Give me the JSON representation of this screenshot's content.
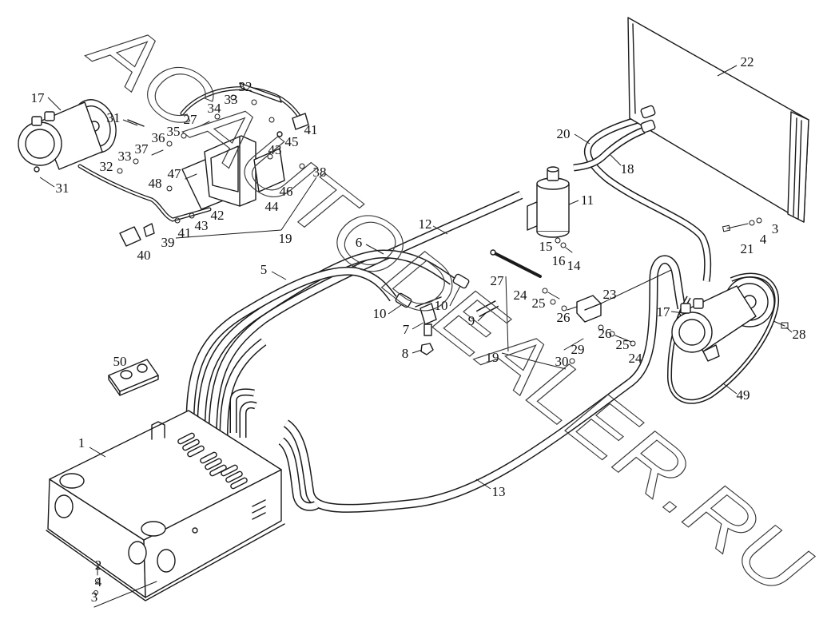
{
  "watermark": "ACAUTODEALER.RU",
  "callouts": [
    "17",
    "31",
    "31",
    "32",
    "33",
    "34",
    "27",
    "35",
    "36",
    "37",
    "33",
    "32",
    "47",
    "48",
    "41",
    "45",
    "43",
    "38",
    "46",
    "44",
    "42",
    "43",
    "41",
    "39",
    "40",
    "19",
    "22",
    "20",
    "18",
    "11",
    "12",
    "6",
    "15",
    "16",
    "14",
    "5",
    "27",
    "24",
    "23",
    "25",
    "26",
    "10",
    "10",
    "7",
    "9",
    "8",
    "17",
    "28",
    "21",
    "4",
    "3",
    "26",
    "29",
    "25",
    "30",
    "24",
    "19",
    "49",
    "50",
    "1",
    "13",
    "2",
    "4",
    "3"
  ]
}
